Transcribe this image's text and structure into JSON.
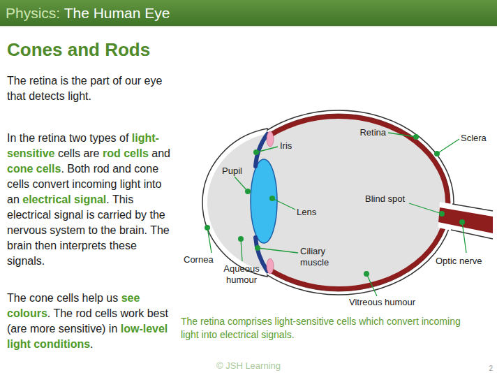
{
  "diagram": {
    "title": "Cones and Rods",
    "caption": "The retina comprises light-sensitive cells which convert incoming light into electrical signals.",
    "labels": [
      "Physics:",
      "The Human Eye",
      "The retina is the part of our eye that detects light.",
      "In the retina two types of",
      "light-sensitive",
      "cells are",
      "rod cells",
      "and",
      "cone cells",
      ". Both rod and cone cells convert incoming light into an",
      "electrical signal",
      ". This electrical signal is carried by the nervous system to the brain. The brain then interprets these signals.",
      "The cone cells help us",
      "see colours",
      ". The rod cells work best (are more sensitive) in",
      "low-level light conditions",
      ".",
      "Iris",
      "Pupil",
      "Retina",
      "Sclera",
      "Blind spot",
      "Lens",
      "Cornea",
      "Aqueous humour",
      "Ciliary muscle",
      "Optic nerve",
      "Vitreous humour",
      "© JSH Learning",
      "2"
    ]
  }
}
